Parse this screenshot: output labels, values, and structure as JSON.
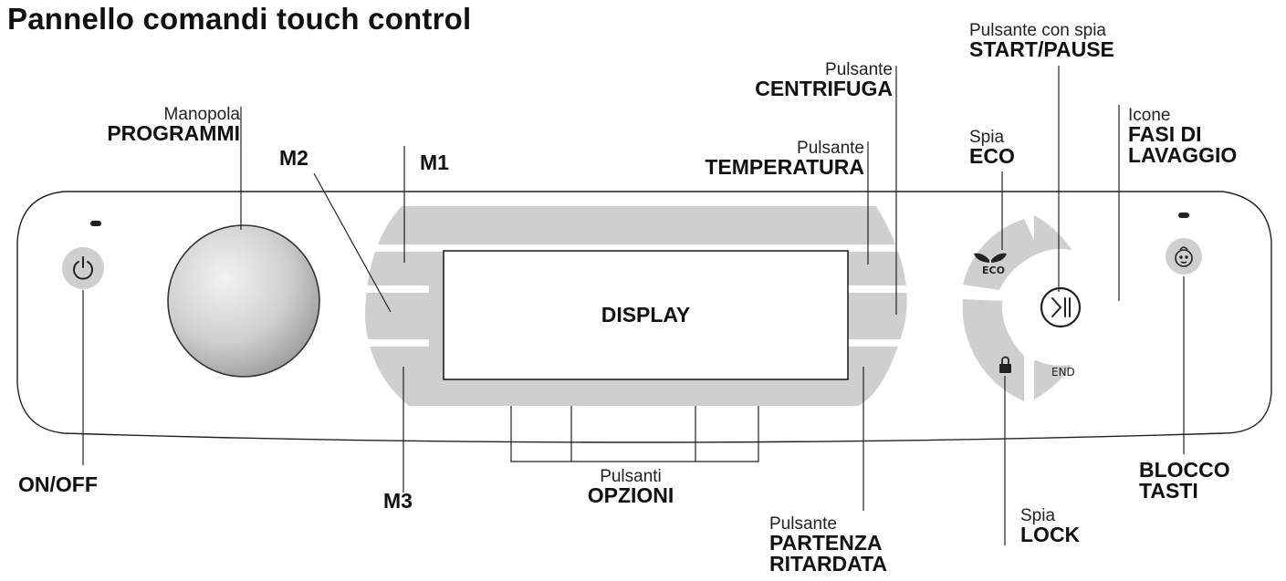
{
  "title": "Pannello comandi touch control",
  "display": {
    "label": "DISPLAY"
  },
  "icons": {
    "eco_text": "ECO",
    "end_text": "END"
  },
  "labels": {
    "manopola": {
      "small": "Manopola",
      "bold": "PROGRAMMI"
    },
    "m1": "M1",
    "m2": "M2",
    "m3": "M3",
    "onoff": "ON/OFF",
    "opzioni": {
      "small": "Pulsanti",
      "bold": "OPZIONI"
    },
    "centrifuga": {
      "small": "Pulsante",
      "bold": "CENTRIFUGA"
    },
    "temperatura": {
      "small": "Pulsante",
      "bold": "TEMPERATURA"
    },
    "partenza": {
      "small": "Pulsante",
      "bold1": "PARTENZA",
      "bold2": "RITARDATA"
    },
    "eco": {
      "small": "Spia",
      "bold": "ECO"
    },
    "startpause": {
      "small": "Pulsante con spia",
      "bold": "START/PAUSE"
    },
    "fasi": {
      "small": "Icone",
      "bold1": "FASI DI",
      "bold2": "LAVAGGIO"
    },
    "lock": {
      "small": "Spia",
      "bold": "LOCK"
    },
    "blocco": {
      "bold1": "BLOCCO",
      "bold2": "TASTI"
    }
  }
}
